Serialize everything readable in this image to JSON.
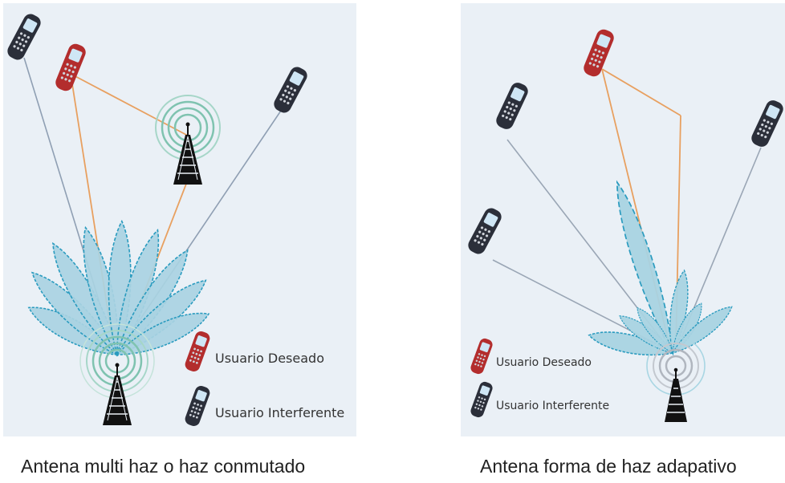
{
  "colors": {
    "background": "#eaf0f6",
    "lobe_fill": "#a9d3e2",
    "lobe_stroke": "#2a9bbf",
    "desired_link": "#e8a060",
    "interferer_link": "#8f9fb3",
    "desired_phone": "#b32d2d",
    "interferer_phone": "#2b2f3a",
    "rings_left": "#7fc3b0",
    "rings_right": "#b0b6bf"
  },
  "icons": {
    "phone": "mobile-phone-icon",
    "tower": "antenna-tower-icon"
  },
  "left_panel": {
    "legend": {
      "desired_label": "Usuario Deseado",
      "interferer_label": "Usuario Interferente"
    },
    "caption": "Antena multi haz o haz conmutado"
  },
  "right_panel": {
    "legend": {
      "desired_label": "Usuario Deseado",
      "interferer_label": "Usuario Interferente"
    },
    "caption": "Antena forma de haz adapativo"
  }
}
